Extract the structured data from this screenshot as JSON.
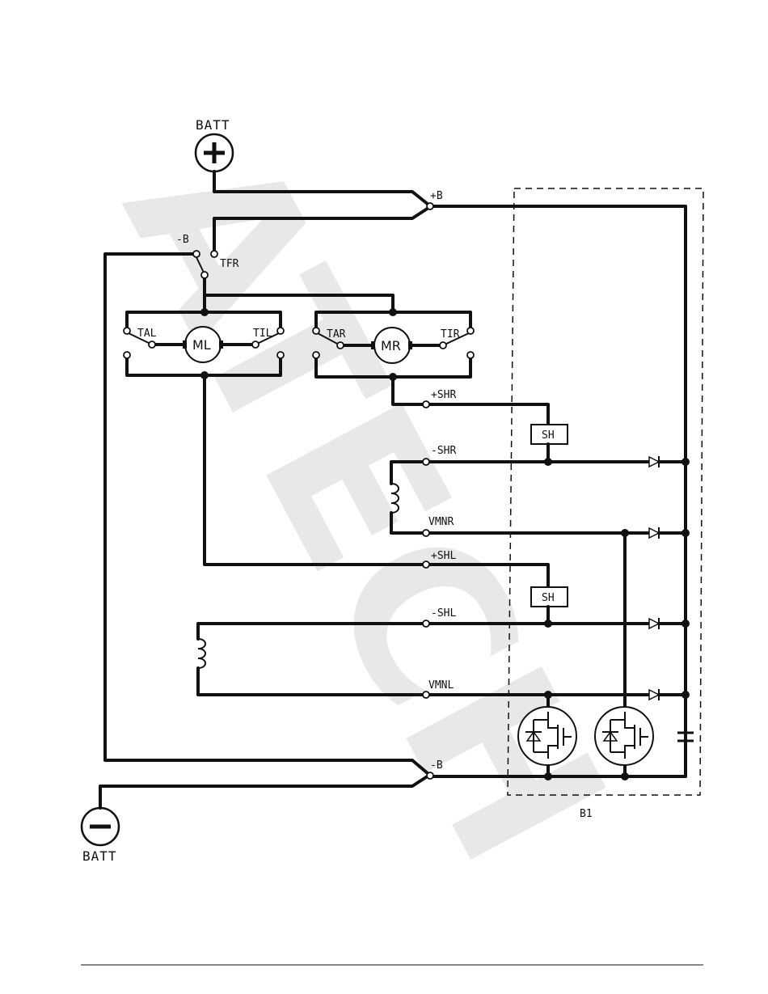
{
  "battery": {
    "positive_label": "BATT",
    "negative_label": "BATT"
  },
  "terminals": {
    "plus_b": "+B",
    "minus_b_top": "-B",
    "minus_b_bottom": "-B",
    "tfr": "TFR",
    "tal": "TAL",
    "til": "TIL",
    "tar": "TAR",
    "tir": "TIR",
    "plus_shr": "+SHR",
    "minus_shr": "-SHR",
    "vmnr": "VMNR",
    "plus_shl": "+SHL",
    "minus_shl": "-SHL",
    "vmnl": "VMNL"
  },
  "components": {
    "motor_left": "ML",
    "motor_right": "MR",
    "shunt_right": "SH",
    "shunt_left": "SH",
    "controller": "B1"
  },
  "watermark": "ATECH"
}
